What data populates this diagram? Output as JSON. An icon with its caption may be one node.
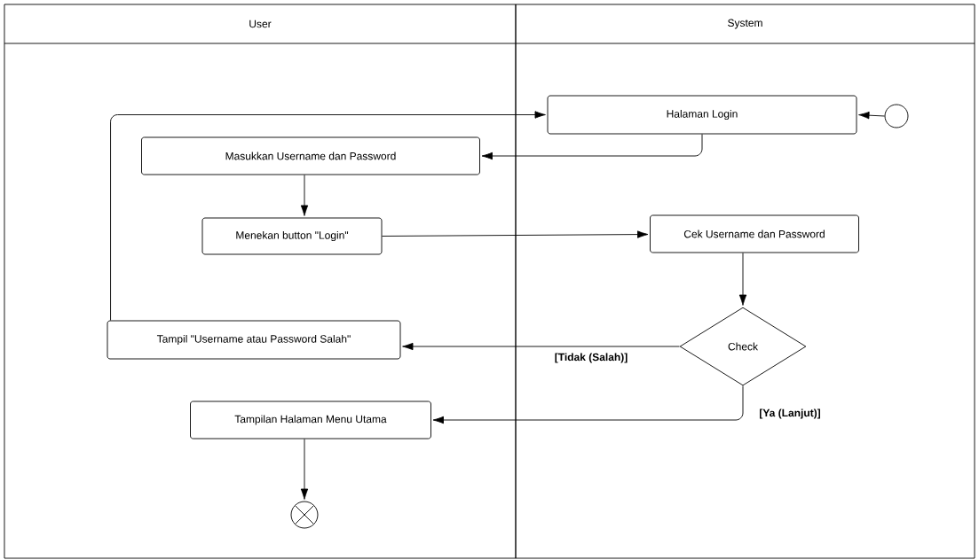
{
  "diagram": {
    "nodes": [
      {
        "text": [
          "User"
        ]
      },
      {
        "text": [
          "System"
        ]
      },
      {
        "text": [],
        "shape": "circle",
        "in": 1
      },
      {
        "text": [
          "Halaman Login"
        ],
        "in": 1
      },
      {
        "text": [
          "Masukkan Username dan Password"
        ],
        "in": 0
      },
      {
        "text": [
          "Menekan button \"Login\""
        ],
        "in": 0
      },
      {
        "text": [
          "Cek Username dan Password"
        ],
        "in": 1
      },
      {
        "text": [
          "Check"
        ],
        "in": 1
      },
      {
        "text": [
          "Tampil \"Username atau Password Salah\""
        ],
        "in": 0
      },
      {
        "text": [
          "Tampilan Halaman Menu Utama"
        ],
        "in": 0
      },
      {
        "text": [],
        "shape": "x-circle",
        "in": 0
      }
    ],
    "edges": [
      {
        "from": 2,
        "to": 3,
        "arrow": "to"
      },
      {
        "from": 3,
        "to": 4,
        "arrow": "to"
      },
      {
        "from": 4,
        "to": 5,
        "arrow": "to"
      },
      {
        "from": 5,
        "to": 6,
        "arrow": "to"
      },
      {
        "from": 6,
        "to": 7,
        "arrow": "to"
      },
      {
        "from": 7,
        "to": 8,
        "arrow": "to",
        "label": "[Tidak (Salah)]"
      },
      {
        "from": 7,
        "to": 9,
        "arrow": "to",
        "label": "[Ya (Lanjut)]"
      },
      {
        "from": 8,
        "to": 3,
        "arrow": "to"
      },
      {
        "from": 9,
        "to": 10,
        "arrow": "to"
      }
    ]
  }
}
